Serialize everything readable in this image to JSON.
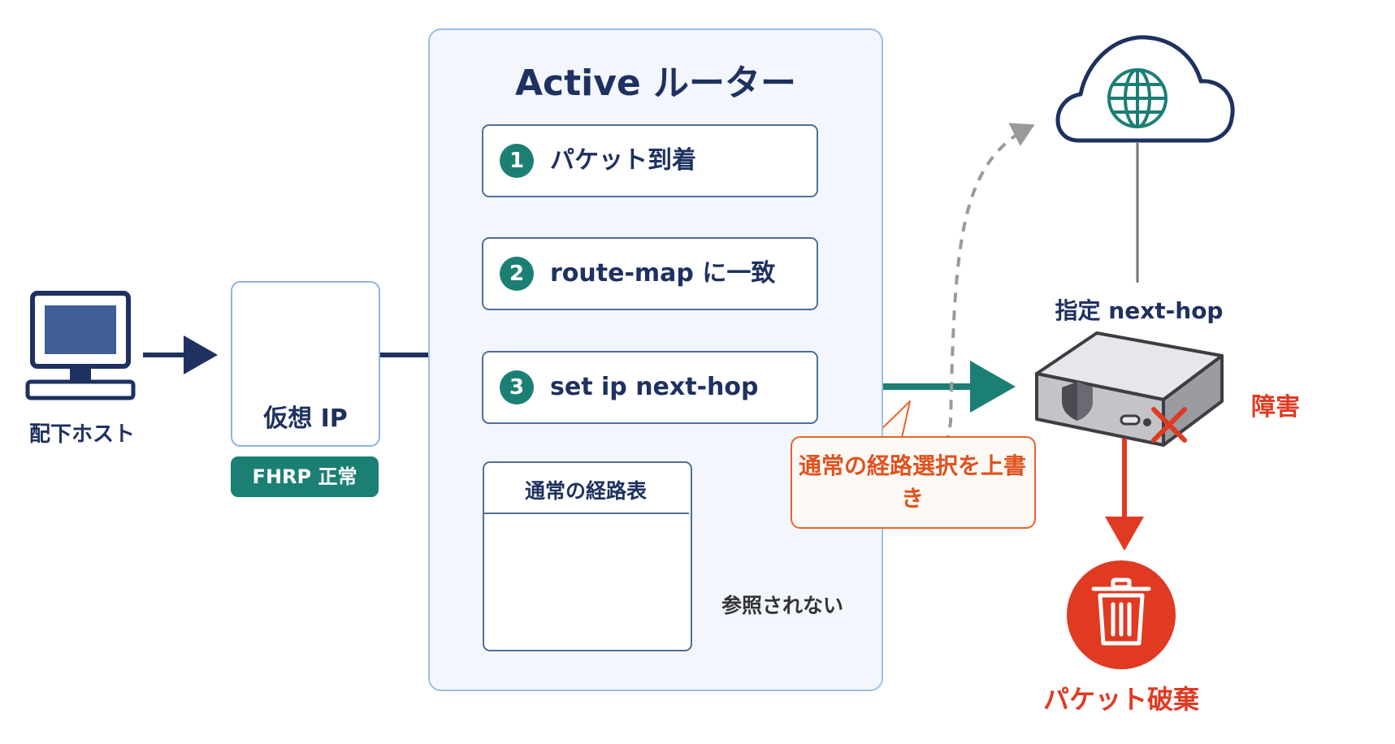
{
  "host": {
    "label": "配下ホスト"
  },
  "virtual_ip": {
    "label": "仮想 IP",
    "badge": "FHRP 正常"
  },
  "router": {
    "title": "Active ルーター",
    "steps": [
      {
        "num": "1",
        "label": "パケット到着"
      },
      {
        "num": "2",
        "label": "route-map に一致"
      },
      {
        "num": "3",
        "label": "set ip next-hop"
      }
    ],
    "routing_table": {
      "title": "通常の経路表"
    },
    "not_referenced": "参照されない"
  },
  "callout": {
    "text": "通常の経路選択を上書き"
  },
  "next_hop": {
    "label": "指定 next-hop",
    "failure": "障害"
  },
  "result": {
    "label": "パケット破棄"
  },
  "colors": {
    "navy": "#1e3160",
    "teal": "#1b7f74",
    "red": "#e03a22",
    "orange": "#e8642c",
    "panel": "#f3f7fd"
  },
  "icons": [
    "computer-icon",
    "router-icon",
    "globe-icon",
    "cloud-icon",
    "shield-icon",
    "x-mark-icon",
    "trash-icon"
  ]
}
